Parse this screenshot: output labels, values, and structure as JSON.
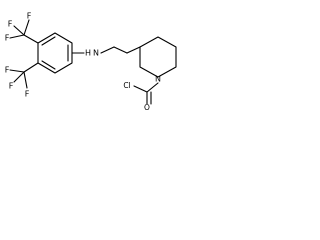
{
  "structure": {
    "cf3_top": "CF3",
    "cf3_bottom": "CF3",
    "amine": "H",
    "amine_atom": "N",
    "ring_nitrogen": "N",
    "carbonyl_oxygen": "O",
    "chlorine": "Cl"
  }
}
